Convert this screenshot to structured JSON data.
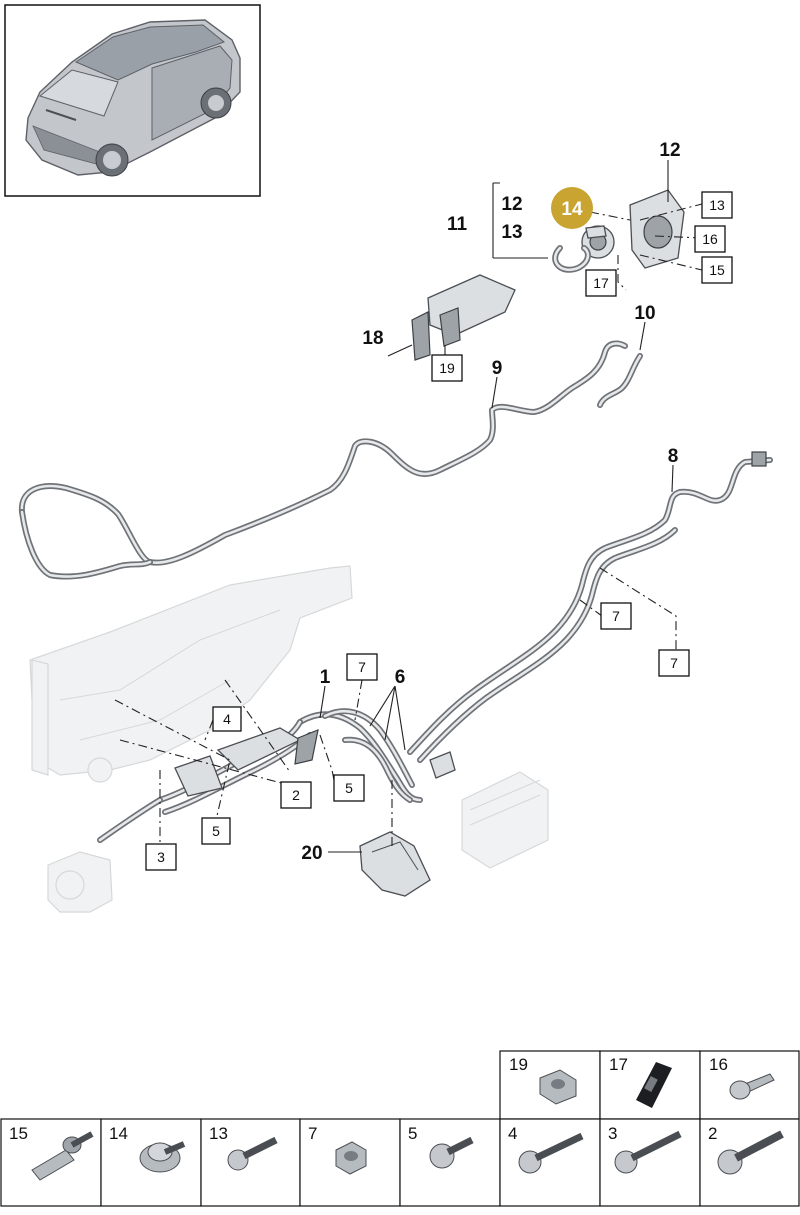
{
  "diagram": {
    "callouts": [
      {
        "id": "c1",
        "text": "1"
      },
      {
        "id": "c6",
        "text": "6"
      },
      {
        "id": "c8",
        "text": "8"
      },
      {
        "id": "c9",
        "text": "9"
      },
      {
        "id": "c10",
        "text": "10"
      },
      {
        "id": "c11",
        "text": "11"
      },
      {
        "id": "c12a",
        "text": "12"
      },
      {
        "id": "c12b",
        "text": "12"
      },
      {
        "id": "c13a",
        "text": "13"
      },
      {
        "id": "c18",
        "text": "18"
      },
      {
        "id": "c20",
        "text": "20"
      }
    ],
    "highlight": {
      "text": "14",
      "color": "#c9a431"
    },
    "boxed": [
      {
        "id": "b13",
        "text": "13"
      },
      {
        "id": "b16",
        "text": "16"
      },
      {
        "id": "b15",
        "text": "15"
      },
      {
        "id": "b17",
        "text": "17"
      },
      {
        "id": "b19",
        "text": "19"
      },
      {
        "id": "b7a",
        "text": "7"
      },
      {
        "id": "b7b",
        "text": "7"
      },
      {
        "id": "b7c",
        "text": "7"
      },
      {
        "id": "b4",
        "text": "4"
      },
      {
        "id": "b2",
        "text": "2"
      },
      {
        "id": "b5a",
        "text": "5"
      },
      {
        "id": "b5b",
        "text": "5"
      },
      {
        "id": "b3",
        "text": "3"
      }
    ]
  },
  "fastener_table": {
    "top_row": [
      "19",
      "17",
      "16"
    ],
    "bottom_row": [
      "15",
      "14",
      "13",
      "7",
      "5",
      "4",
      "3",
      "2"
    ]
  }
}
